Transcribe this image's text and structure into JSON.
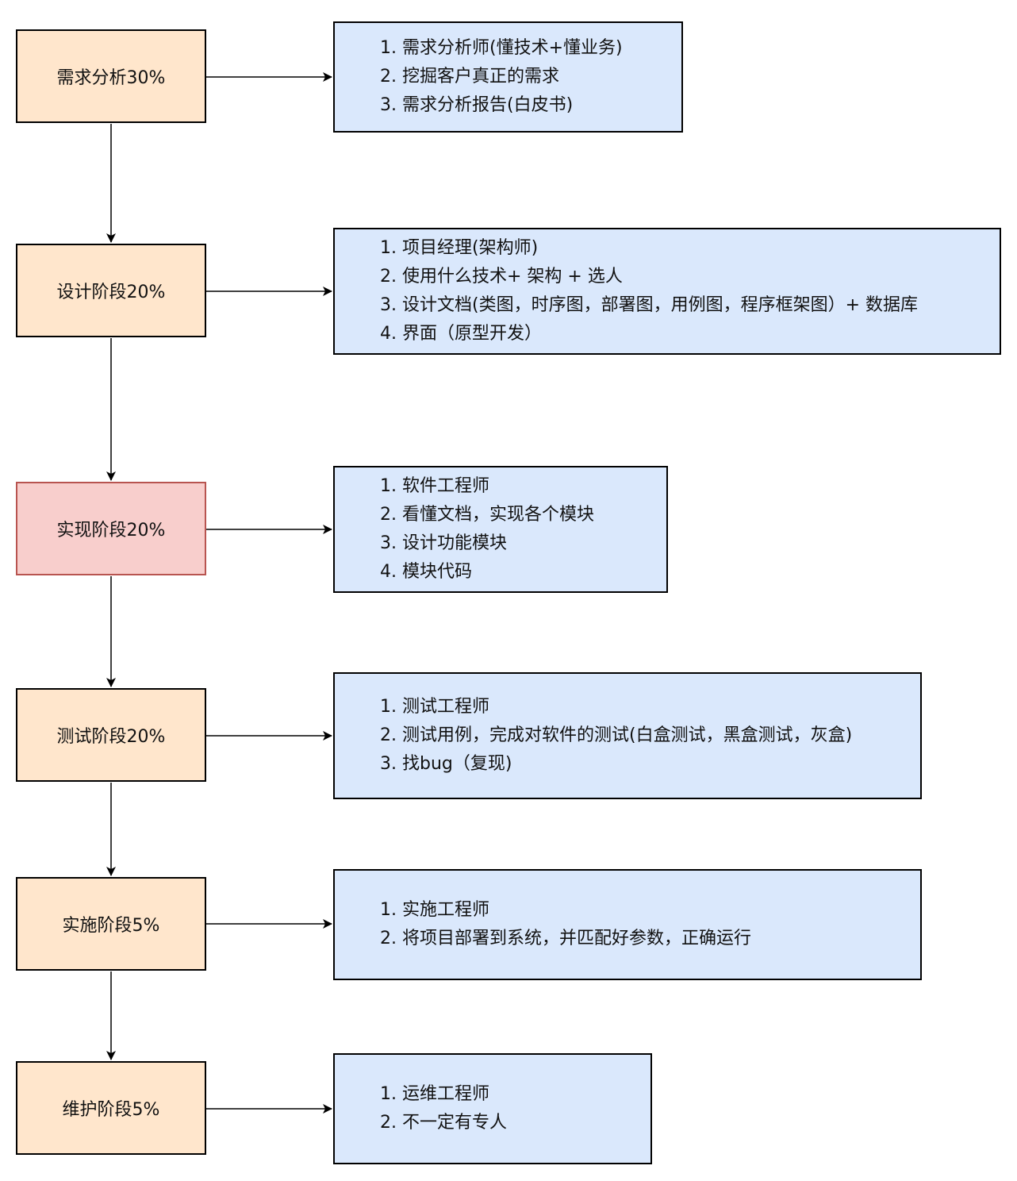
{
  "stages": [
    {
      "label": "需求分析30%",
      "items": [
        "1. 需求分析师(懂技术+懂业务)",
        "2. 挖掘客户真正的需求",
        "3. 需求分析报告(白皮书)"
      ]
    },
    {
      "label": "设计阶段20%",
      "items": [
        "1. 项目经理(架构师)",
        "2. 使用什么技术+ 架构 + 选人",
        "3. 设计文档(类图，时序图，部署图，用例图，程序框架图）+ 数据库",
        "4. 界面（原型开发）"
      ]
    },
    {
      "label": "实现阶段20%",
      "items": [
        "1. 软件工程师",
        "2. 看懂文档，实现各个模块",
        "3. 设计功能模块",
        "4. 模块代码"
      ]
    },
    {
      "label": "测试阶段20%",
      "items": [
        "1. 测试工程师",
        "2. 测试用例，完成对软件的测试(白盒测试，黑盒测试，灰盒)",
        "3.  找bug（复现)"
      ]
    },
    {
      "label": "实施阶段5%",
      "items": [
        "1. 实施工程师",
        "2. 将项目部署到系统，并匹配好参数，正确运行"
      ]
    },
    {
      "label": "维护阶段5%",
      "items": [
        "1. 运维工程师",
        "2. 不一定有专人"
      ]
    }
  ],
  "colors": {
    "stage_fill": "#ffe6cc",
    "highlight_fill": "#f8cecc",
    "highlight_border": "#b85450",
    "note_fill": "#dae8fc"
  }
}
